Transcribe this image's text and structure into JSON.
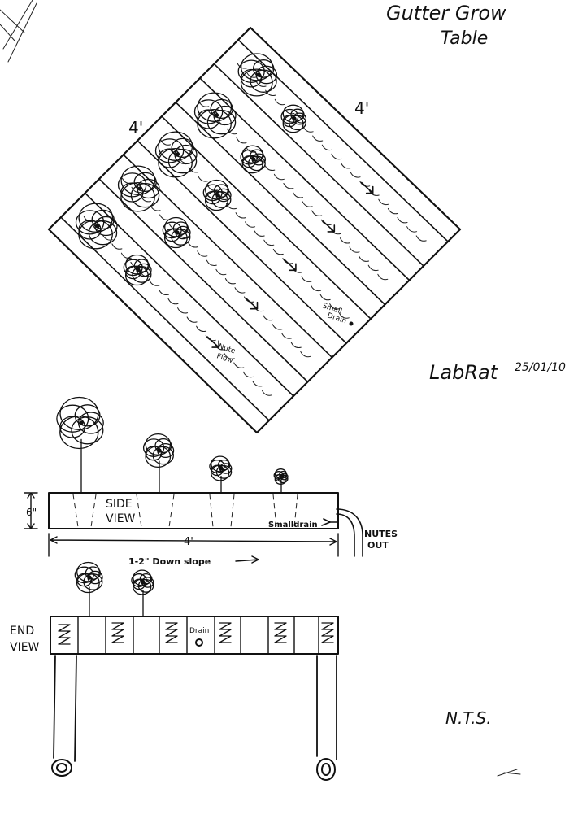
{
  "title": {
    "line1": "Gutter Grow",
    "line2": "Table"
  },
  "top_view": {
    "dim_left": "4'",
    "dim_right": "4'",
    "label_drain": "Small",
    "label_drain2": "Drain",
    "label_flow": "Nute",
    "label_flow2": "Flow"
  },
  "signature": {
    "name": "LabRat",
    "date": "25/01/10"
  },
  "side_view": {
    "label_line1": "SIDE",
    "label_line2": "VIEW",
    "height_dim": "6\"",
    "length_dim": "4'",
    "slope": "1-2\" Down slope",
    "small_drain": "Smalldrain",
    "nutes_line1": "NUTES",
    "nutes_line2": "OUT"
  },
  "end_view": {
    "label_line1": "END",
    "label_line2": "VIEW",
    "drain": "Drain"
  },
  "scale_note": "N.T.S."
}
